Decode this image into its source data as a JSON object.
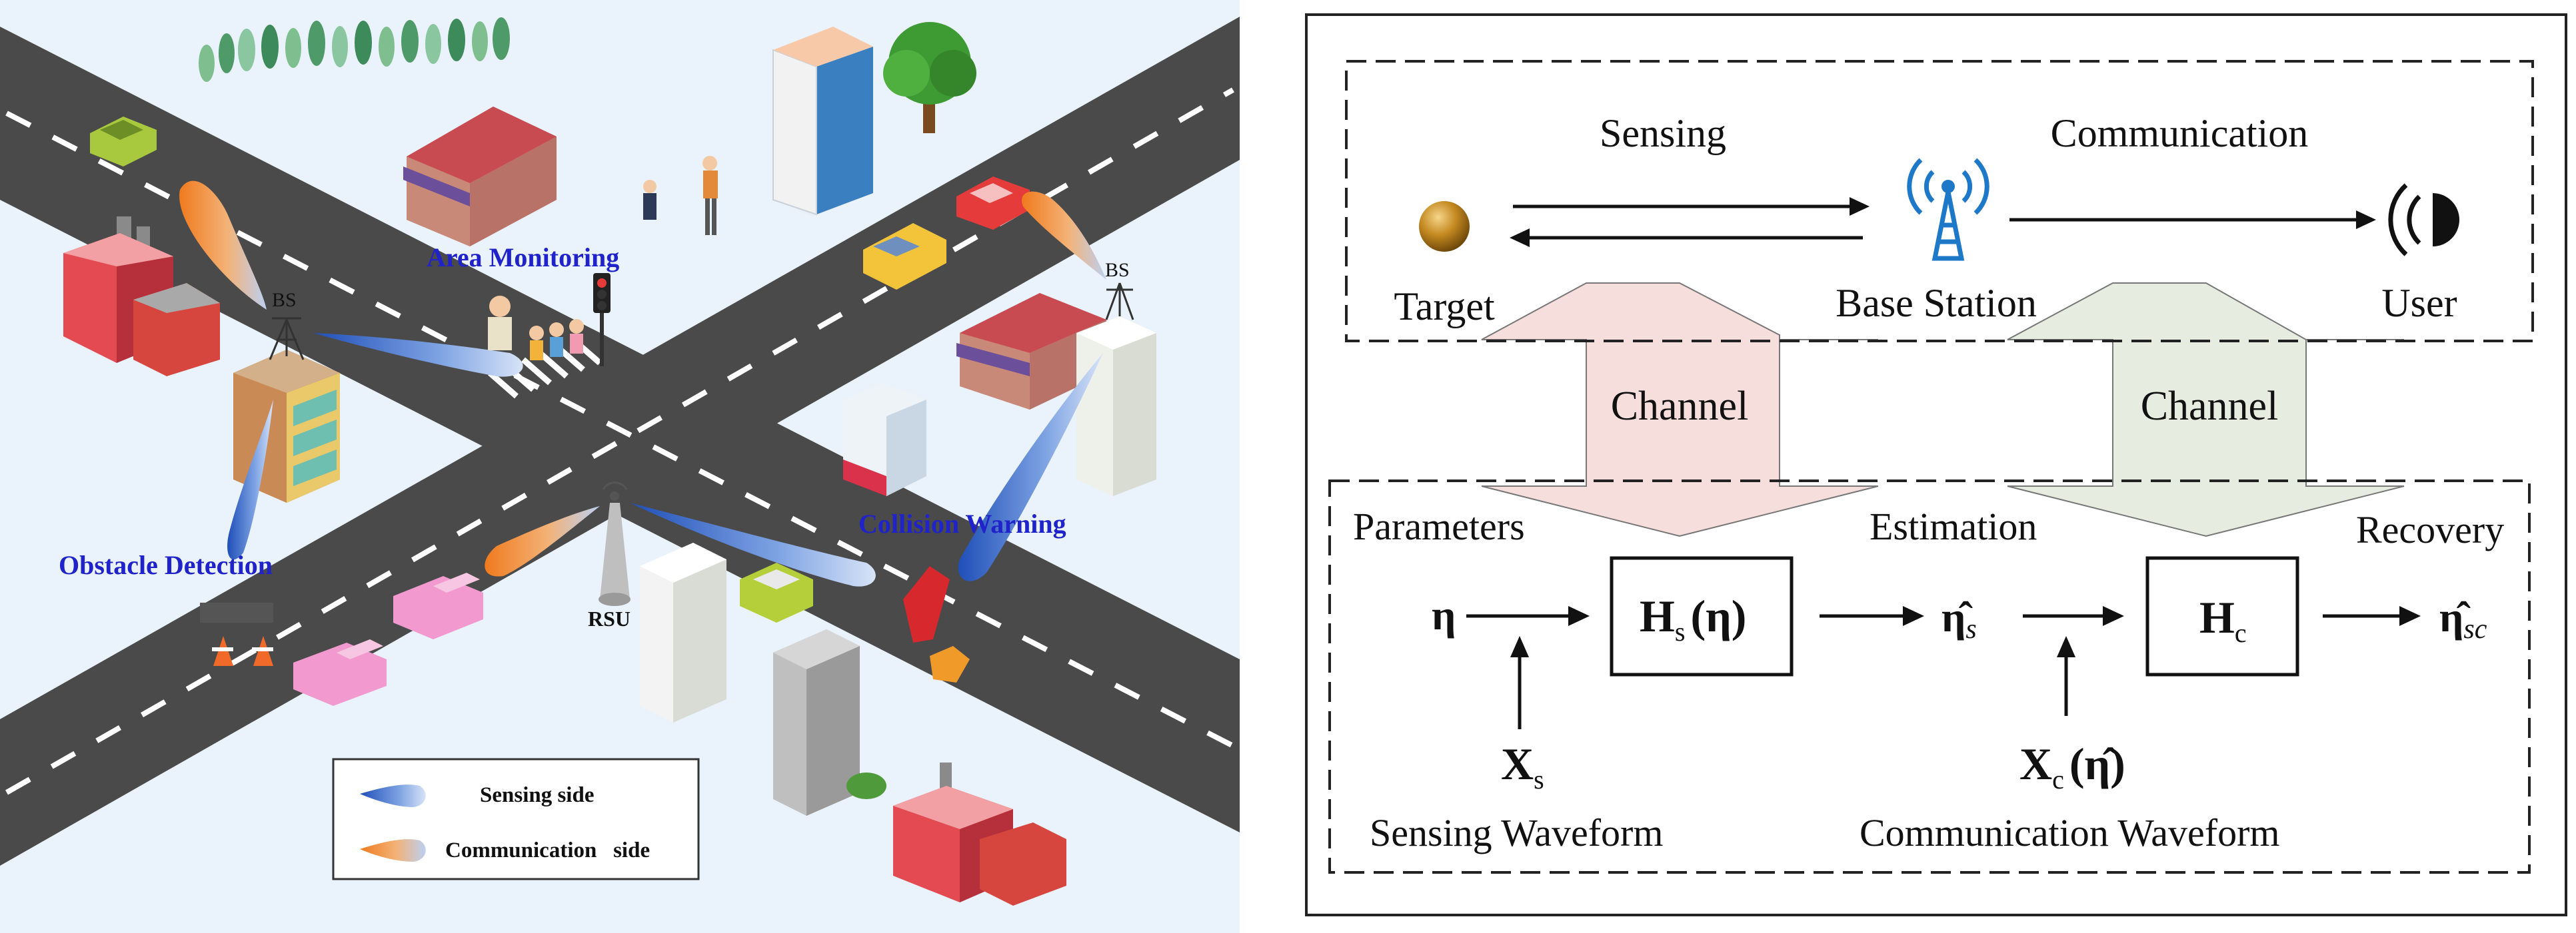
{
  "left_scene": {
    "labels": {
      "area_monitoring": "Area Monitoring",
      "obstacle_detection": "Obstacle Detection",
      "collision_warning": "Collision Warning",
      "bs_left": "BS",
      "bs_right": "BS",
      "rsu": "RSU"
    },
    "legend": {
      "sensing": "Sensing side",
      "communication": "Communication   side"
    }
  },
  "right_diagram": {
    "top": {
      "sensing": "Sensing",
      "communication": "Communication",
      "target": "Target",
      "base_station": "Base Station",
      "user": "User"
    },
    "channel_left": "Channel",
    "channel_right": "Channel",
    "bottom": {
      "parameters": "Parameters",
      "estimation": "Estimation",
      "recovery": "Recovery",
      "eta": "η",
      "hs_main": "H",
      "hs_sub": "s",
      "hs_arg": "(η)",
      "eta_hat_s": "η̂",
      "eta_hat_s_sub": "s",
      "hc_main": "H",
      "hc_sub": "c",
      "eta_hat_sc": "η̂",
      "eta_hat_sc_sub": "sc",
      "xs_main": "X",
      "xs_sub": "s",
      "xc_main": "X",
      "xc_sub": "c",
      "xc_arg": "(η̂)",
      "sensing_waveform": "Sensing Waveform",
      "communication_waveform": "Communication Waveform"
    }
  },
  "colors": {
    "road": "#4a4a4a",
    "ground": "#eaf3fb",
    "label_blue": "#1f23c9",
    "channel_left_fill": "#f6dedd",
    "channel_right_fill": "#e6ece0",
    "target_ball": "#b5801e",
    "tower_blue": "#1e78c8"
  }
}
